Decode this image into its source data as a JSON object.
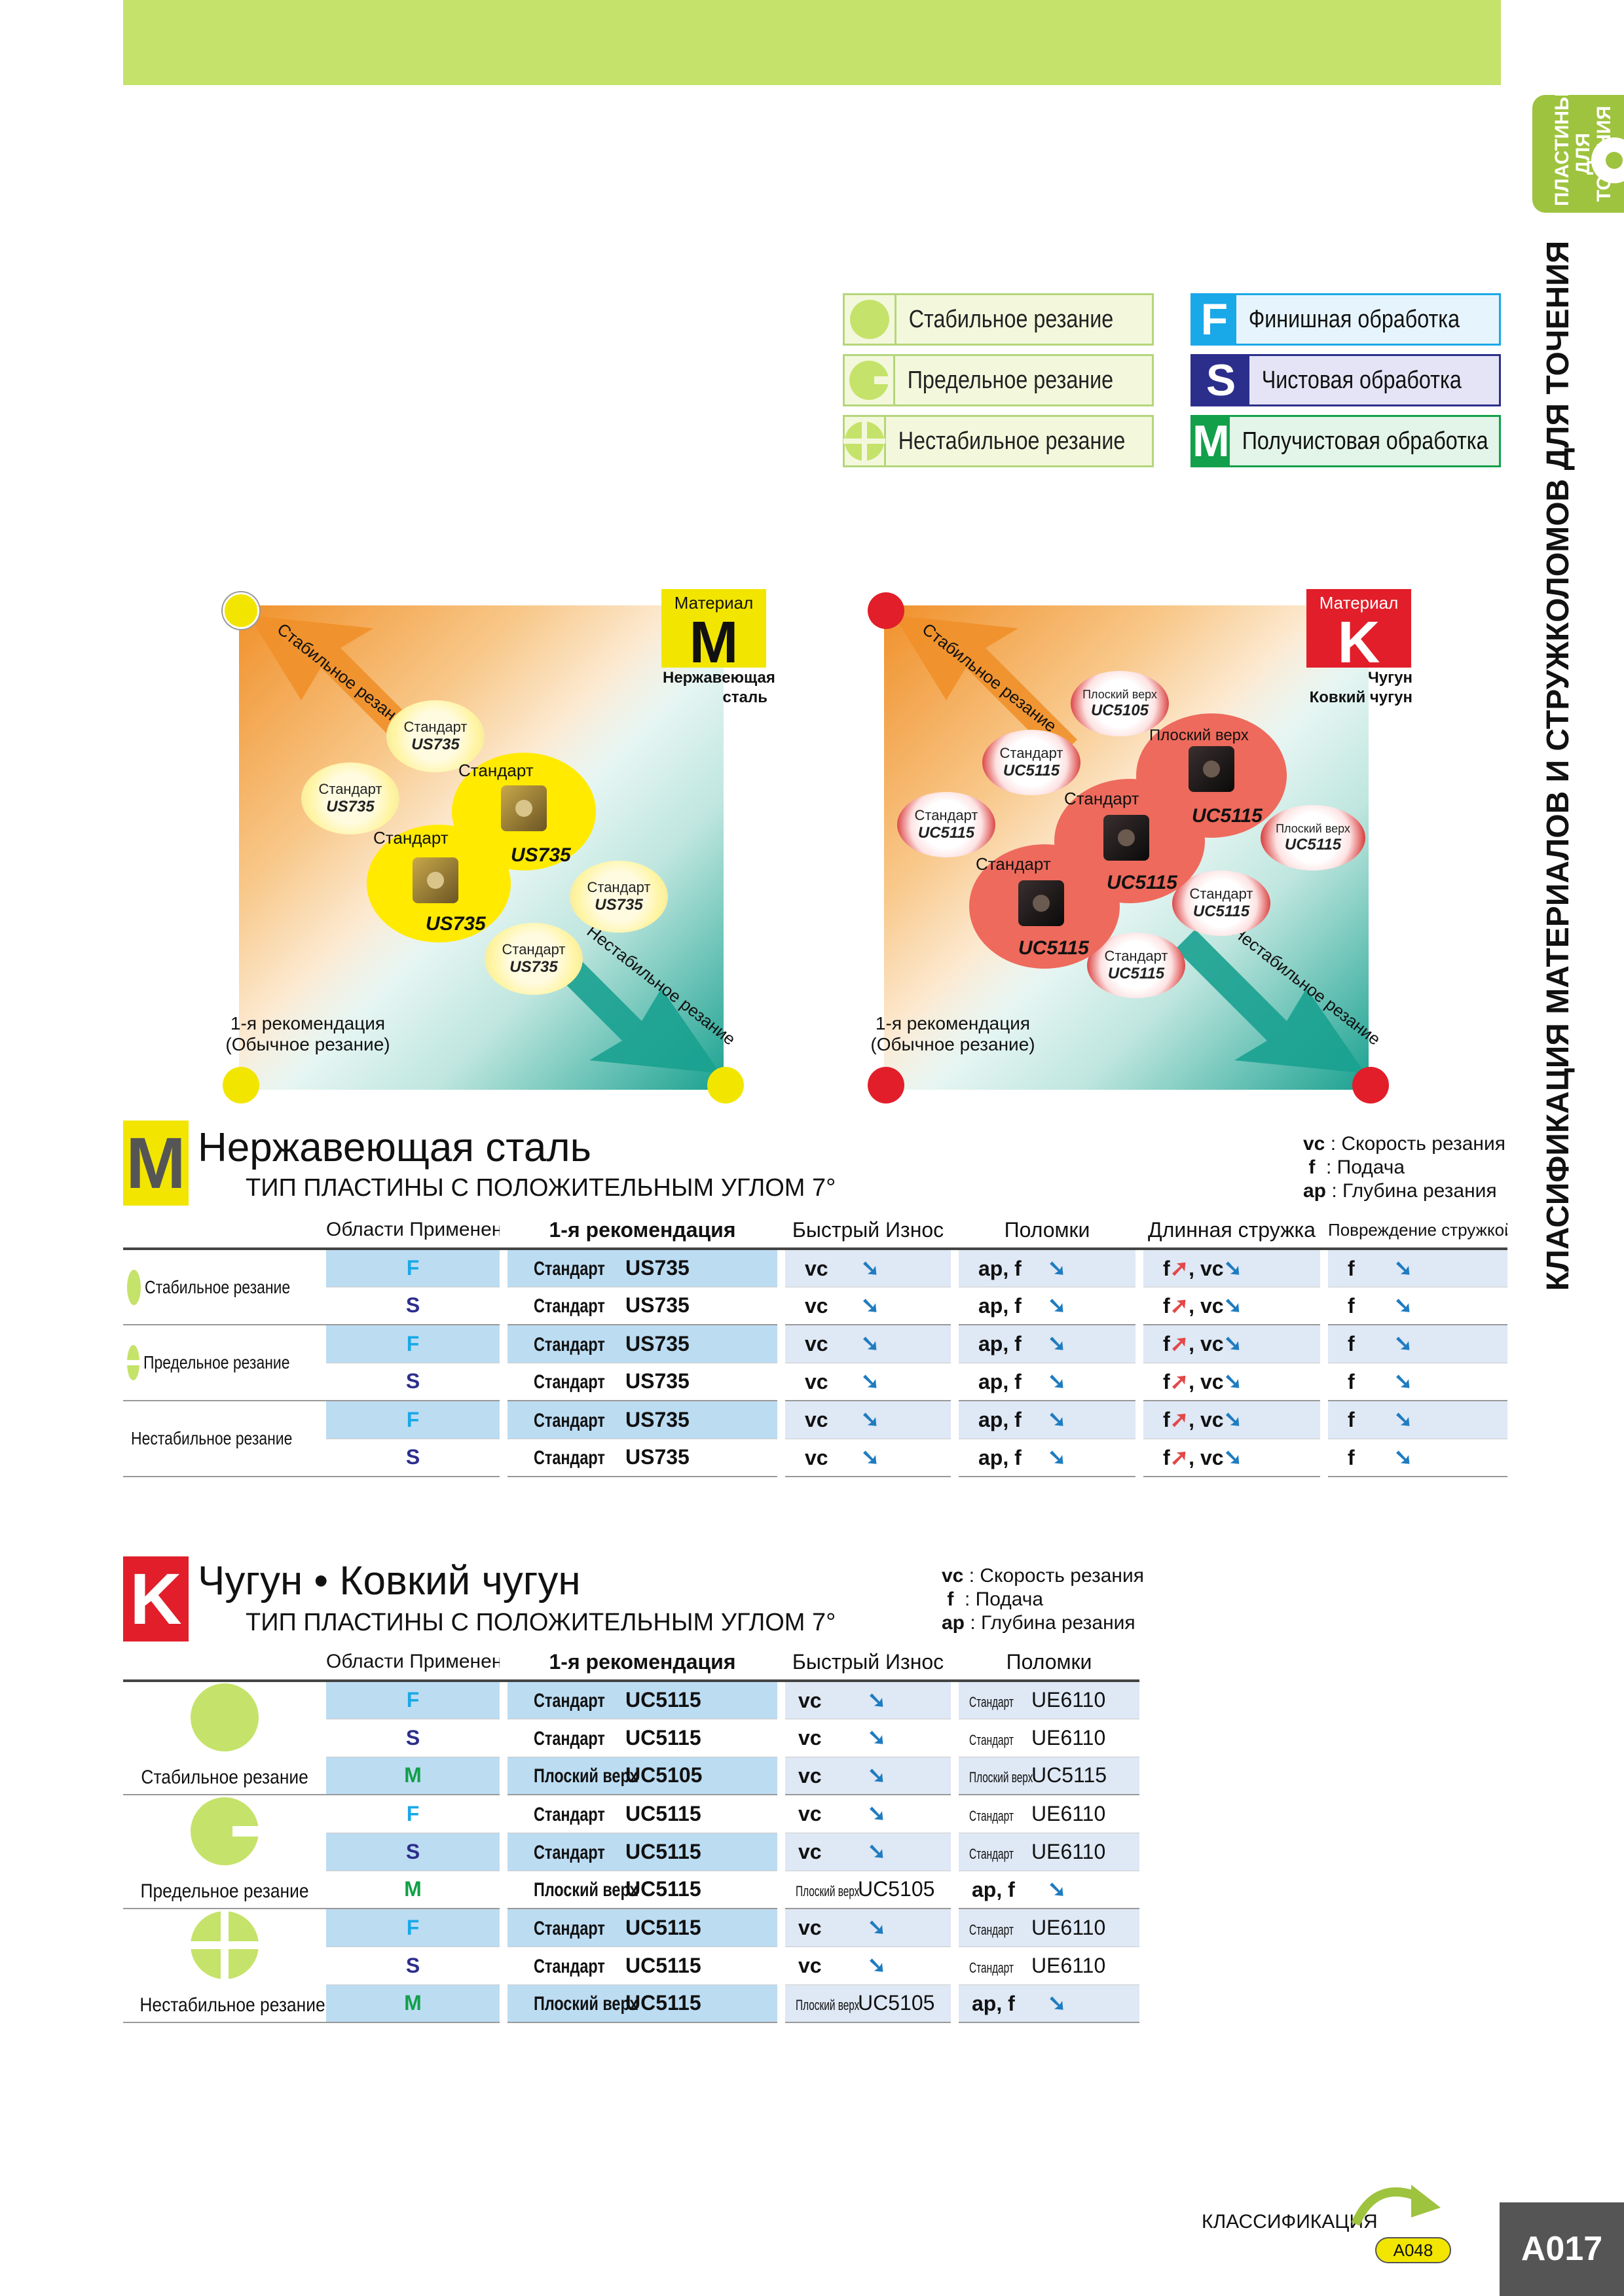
{
  "side_tab": "ПЛАСТИНЫ ДЛЯ ТОЧЕНИЯ",
  "side_title": "КЛАСИФИКАЦИЯ МАТЕРИАЛОВ И СТРУЖКОЛОМОВ ДЛЯ ТОЧЕНИЯ",
  "legend_conditions": [
    "Стабильное резание",
    "Предельное резание",
    "Нестабильное резание"
  ],
  "legend_ops": [
    {
      "badge": "F",
      "label": "Финишная обработка",
      "color": "#19a8e8"
    },
    {
      "badge": "S",
      "label": "Чистовая обработка",
      "color": "#2c2e8c"
    },
    {
      "badge": "M",
      "label": "Получистовая обработка",
      "color": "#12a04a"
    }
  ],
  "diagram_m": {
    "material_label": "Материал",
    "material_letter": "M",
    "material_name_1": "Нержавеющая",
    "material_name_2": "сталь",
    "axis_stable": "Стабильное резание",
    "axis_unstable": "Нестабильное резание",
    "rec1": "1-я рекомендация",
    "rec2": "(Обычное резание)",
    "std": "Стандарт",
    "grade": "US735"
  },
  "diagram_k": {
    "material_label": "Материал",
    "material_letter": "K",
    "material_name_1": "Чугун",
    "material_name_2": "Ковкий чугун",
    "axis_stable": "Стабильное резание",
    "axis_unstable": "Нестабильное резание",
    "rec1": "1-я рекомендация",
    "rec2": "(Обычное резание)",
    "std": "Стандарт",
    "flat": "Плоский верх",
    "grade": "UC5115",
    "grade2": "UC5105"
  },
  "section_m": {
    "letter": "M",
    "title": "Нержавеющая сталь",
    "subtitle": "ТИП ПЛАСТИНЫ С ПОЛОЖИТЕЛЬНЫМ УГЛОМ 7°",
    "abbr": [
      {
        "k": "vc",
        "v": ": Скорость резания"
      },
      {
        "k": "f",
        "v": ": Подача"
      },
      {
        "k": "ap",
        "v": ": Глубина резания"
      }
    ],
    "headers": [
      "Области Применения",
      "1-я рекомендация",
      "Быстрый Износ",
      "Поломки",
      "Длинная стружка",
      "Повреждение стружкой"
    ],
    "groups": [
      "Стабильное резание",
      "Предельное резание",
      "Нестабильное резание"
    ],
    "rows": [
      {
        "op": "F",
        "p": "Стандарт",
        "g": "US735",
        "wear": "vc",
        "brk": "ap, f",
        "chip1": "f",
        "chip2": ", vc",
        "dmg": "f"
      },
      {
        "op": "S",
        "p": "Стандарт",
        "g": "US735",
        "wear": "vc",
        "brk": "ap, f",
        "chip1": "f",
        "chip2": ", vc",
        "dmg": "f"
      },
      {
        "op": "F",
        "p": "Стандарт",
        "g": "US735",
        "wear": "vc",
        "brk": "ap, f",
        "chip1": "f",
        "chip2": ", vc",
        "dmg": "f"
      },
      {
        "op": "S",
        "p": "Стандарт",
        "g": "US735",
        "wear": "vc",
        "brk": "ap, f",
        "chip1": "f",
        "chip2": ", vc",
        "dmg": "f"
      },
      {
        "op": "F",
        "p": "Стандарт",
        "g": "US735",
        "wear": "vc",
        "brk": "ap, f",
        "chip1": "f",
        "chip2": ", vc",
        "dmg": "f"
      },
      {
        "op": "S",
        "p": "Стандарт",
        "g": "US735",
        "wear": "vc",
        "brk": "ap, f",
        "chip1": "f",
        "chip2": ", vc",
        "dmg": "f"
      }
    ]
  },
  "section_k": {
    "letter": "K",
    "title": "Чугун • Ковкий чугун",
    "subtitle": "ТИП ПЛАСТИНЫ С ПОЛОЖИТЕЛЬНЫМ УГЛОМ 7°",
    "abbr": [
      {
        "k": "vc",
        "v": ": Скорость резания"
      },
      {
        "k": "f",
        "v": ": Подача"
      },
      {
        "k": "ap",
        "v": ": Глубина резания"
      }
    ],
    "headers": [
      "Области Применения",
      "1-я рекомендация",
      "Быстрый Износ",
      "Поломки"
    ],
    "groups": [
      "Стабильное резание",
      "Предельное резание",
      "Нестабильное резание"
    ],
    "rows": [
      {
        "op": "F",
        "p": "Стандарт",
        "g": "UC5115",
        "wear": "vc",
        "bp": "Стандарт",
        "bg": "UE6110"
      },
      {
        "op": "S",
        "p": "Стандарт",
        "g": "UC5115",
        "wear": "vc",
        "bp": "Стандарт",
        "bg": "UE6110"
      },
      {
        "op": "M",
        "p": "Плоский верх",
        "g": "UC5105",
        "wear": "vc",
        "bp": "Плоский верх",
        "bg": "UC5115"
      },
      {
        "op": "F",
        "p": "Стандарт",
        "g": "UC5115",
        "wear": "vc",
        "bp": "Стандарт",
        "bg": "UE6110"
      },
      {
        "op": "S",
        "p": "Стандарт",
        "g": "UC5115",
        "wear": "vc",
        "bp": "Стандарт",
        "bg": "UE6110"
      },
      {
        "op": "M",
        "p": "Плоский верх",
        "g": "UC5115",
        "wearp": "Плоский верх",
        "wearg": "UC5105",
        "brk": "ap, f"
      },
      {
        "op": "F",
        "p": "Стандарт",
        "g": "UC5115",
        "wear": "vc",
        "bp": "Стандарт",
        "bg": "UE6110"
      },
      {
        "op": "S",
        "p": "Стандарт",
        "g": "UC5115",
        "wear": "vc",
        "bp": "Стандарт",
        "bg": "UE6110"
      },
      {
        "op": "M",
        "p": "Плоский верх",
        "g": "UC5115",
        "wearp": "Плоский верх",
        "wearg": "UC5105",
        "brk": "ap, f"
      }
    ]
  },
  "footer": {
    "label": "КЛАССИФИКАЦИЯ",
    "ref": "A048",
    "page": "A017"
  }
}
